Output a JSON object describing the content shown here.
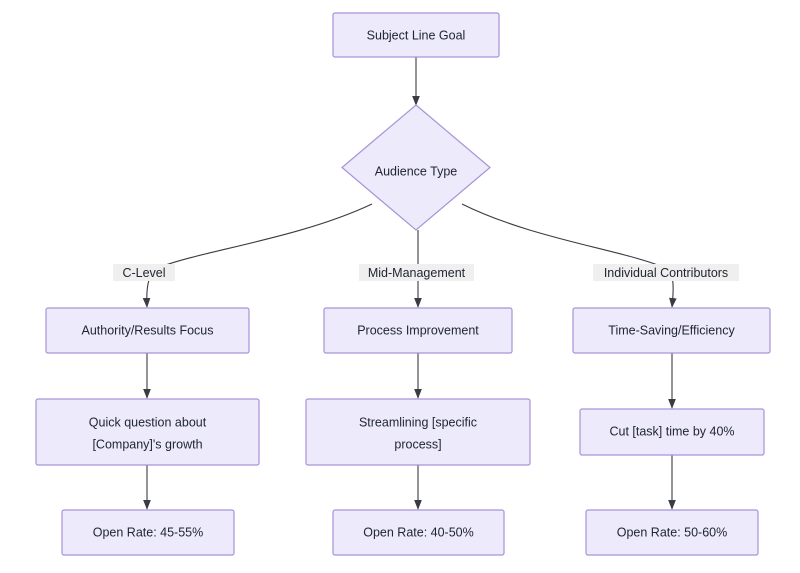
{
  "diagram": {
    "title": "Subject Line Goal Flowchart",
    "type": "flowchart",
    "direction": "top-down",
    "colors": {
      "node_fill": "#ECEAFB",
      "node_border": "#A893D6",
      "edge_stroke": "#3b3b44",
      "edge_label_bg": "#efefef",
      "text": "#1f2430",
      "background": "#ffffff"
    },
    "nodes": [
      {
        "id": "start",
        "shape": "rect",
        "lines": [
          "Subject Line Goal"
        ]
      },
      {
        "id": "decision",
        "shape": "diamond",
        "lines": [
          "Audience Type"
        ]
      },
      {
        "id": "focus_c",
        "shape": "rect",
        "lines": [
          "Authority/Results Focus"
        ]
      },
      {
        "id": "focus_mid",
        "shape": "rect",
        "lines": [
          "Process Improvement"
        ]
      },
      {
        "id": "focus_ic",
        "shape": "rect",
        "lines": [
          "Time-Saving/Efficiency"
        ]
      },
      {
        "id": "example_c",
        "shape": "rect",
        "lines": [
          "Quick question about",
          "[Company]'s growth"
        ]
      },
      {
        "id": "example_mid",
        "shape": "rect",
        "lines": [
          "Streamlining [specific",
          "process]"
        ]
      },
      {
        "id": "example_ic",
        "shape": "rect",
        "lines": [
          "Cut [task] time by 40%"
        ]
      },
      {
        "id": "rate_c",
        "shape": "rect",
        "lines": [
          "Open Rate: 45-55%"
        ]
      },
      {
        "id": "rate_mid",
        "shape": "rect",
        "lines": [
          "Open Rate: 40-50%"
        ]
      },
      {
        "id": "rate_ic",
        "shape": "rect",
        "lines": [
          "Open Rate: 50-60%"
        ]
      }
    ],
    "edge_labels": [
      {
        "id": "branch_c",
        "text": "C-Level"
      },
      {
        "id": "branch_mid",
        "text": "Mid-Management"
      },
      {
        "id": "branch_ic",
        "text": "Individual Contributors"
      }
    ]
  }
}
